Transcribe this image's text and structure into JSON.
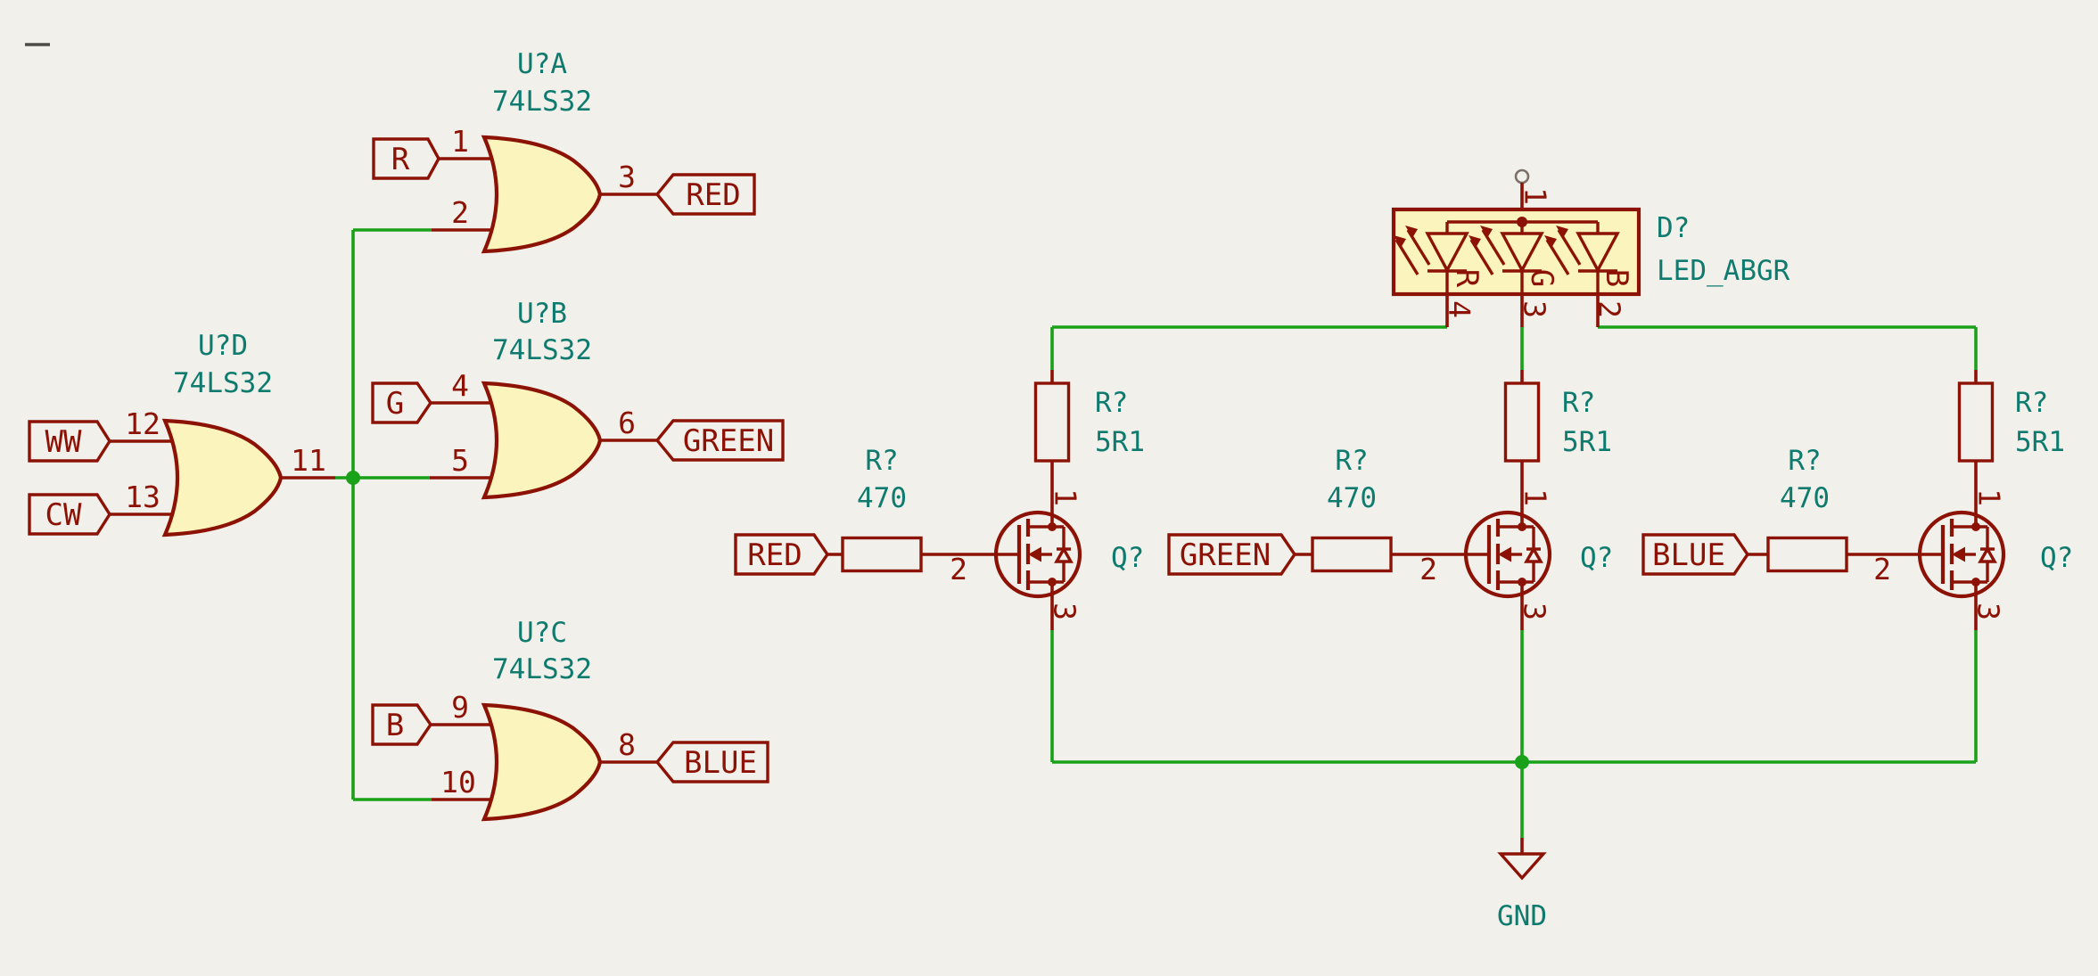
{
  "schematic": {
    "gates": {
      "a": {
        "ref": "U?A",
        "value": "74LS32",
        "pin_in1": "1",
        "pin_in2": "2",
        "pin_out": "3"
      },
      "b": {
        "ref": "U?B",
        "value": "74LS32",
        "pin_in1": "4",
        "pin_in2": "5",
        "pin_out": "6"
      },
      "c": {
        "ref": "U?C",
        "value": "74LS32",
        "pin_in1": "9",
        "pin_in2": "10",
        "pin_out": "8"
      },
      "d": {
        "ref": "U?D",
        "value": "74LS32",
        "pin_in1": "12",
        "pin_in2": "13",
        "pin_out": "11"
      }
    },
    "labels": {
      "r": "R",
      "g": "G",
      "b": "B",
      "ww": "WW",
      "cw": "CW",
      "red_out": "RED",
      "green_out": "GREEN",
      "blue_out": "BLUE",
      "red_in": "RED",
      "green_in": "GREEN",
      "blue_in": "BLUE"
    },
    "resistors": {
      "gate_red": {
        "ref": "R?",
        "value": "470"
      },
      "gate_green": {
        "ref": "R?",
        "value": "470"
      },
      "gate_blue": {
        "ref": "R?",
        "value": "470"
      },
      "drain_red": {
        "ref": "R?",
        "value": "5R1"
      },
      "drain_green": {
        "ref": "R?",
        "value": "5R1"
      },
      "drain_blue": {
        "ref": "R?",
        "value": "5R1"
      }
    },
    "mosfets": {
      "red": {
        "ref": "Q?",
        "pin_d": "1",
        "pin_g": "2",
        "pin_s": "3"
      },
      "green": {
        "ref": "Q?",
        "pin_d": "1",
        "pin_g": "2",
        "pin_s": "3"
      },
      "blue": {
        "ref": "Q?",
        "pin_d": "1",
        "pin_g": "2",
        "pin_s": "3"
      }
    },
    "led": {
      "ref": "D?",
      "value": "LED_ABGR",
      "pin_top": "1",
      "pin_r": "4",
      "pin_g": "3",
      "pin_b": "2",
      "ch_r": "R",
      "ch_g": "G",
      "ch_b": "B"
    },
    "power": {
      "gnd": "GND"
    },
    "colors": {
      "wire_green": "#19a119",
      "symbol_maroon": "#8c1205",
      "text_teal": "#0f7b6e",
      "body_yellow": "#fbf5bd",
      "background": "#f1f0ea"
    }
  }
}
